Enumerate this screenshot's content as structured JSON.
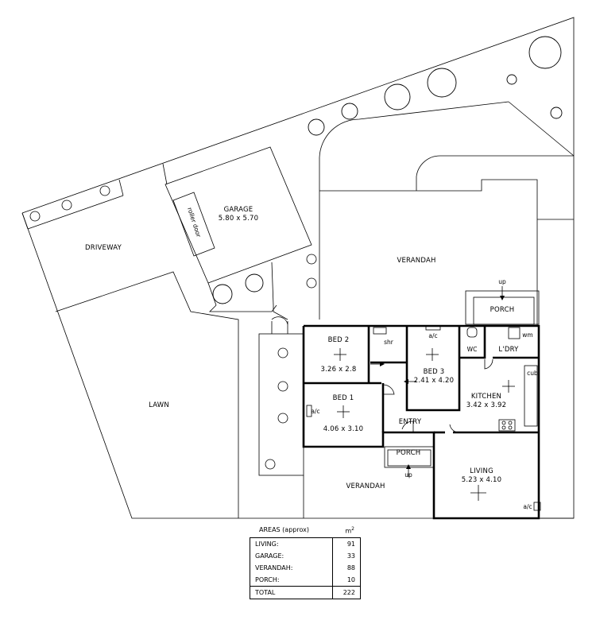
{
  "labels": {
    "garage": "GARAGE",
    "garage_dims": "5.80 x 5.70",
    "roller_door": "roller door",
    "driveway": "DRIVEWAY",
    "lawn": "LAWN",
    "verandah_top": "VERANDAH",
    "verandah_bottom": "VERANDAH",
    "porch_top": "PORCH",
    "porch_bottom": "PORCH",
    "up_top": "up",
    "up_bottom": "up",
    "bed2": "BED 2",
    "bed2_dims": "3.26 x 2.8",
    "bed3": "BED 3",
    "bed3_dims": "2.41 x 4.20",
    "bed1": "BED 1",
    "bed1_dims": "4.06 x 3.10",
    "shr": "shr",
    "wc": "WC",
    "ldry": "L'DRY",
    "wm": "wm",
    "cub": "cub",
    "ac_bed3": "a/c",
    "ac_bed1": "a/c",
    "ac_living": "a/c",
    "kitchen": "KITCHEN",
    "kitchen_dims": "3.42 x 3.92",
    "entry": "ENTRY",
    "living": "LIVING",
    "living_dims": "5.23 x 4.10"
  },
  "areas_table": {
    "heading": "AREAS (approx)",
    "unit": "m",
    "unit_sup": "2",
    "rows": [
      {
        "name": "LIVING:",
        "value": "91"
      },
      {
        "name": "GARAGE:",
        "value": "33"
      },
      {
        "name": "VERANDAH:",
        "value": "88"
      },
      {
        "name": "PORCH:",
        "value": "10"
      }
    ],
    "total": {
      "name": "TOTAL",
      "value": "222"
    }
  }
}
